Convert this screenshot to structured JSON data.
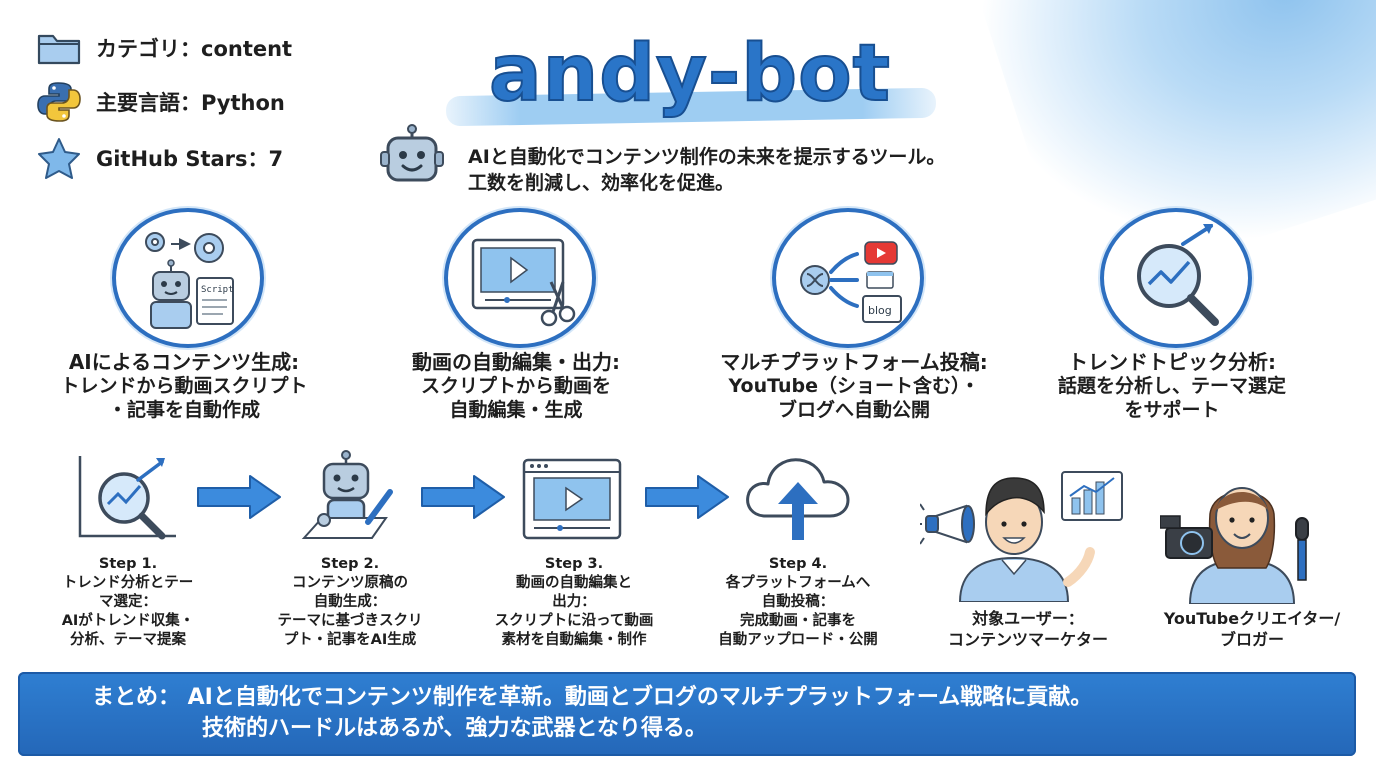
{
  "header": {
    "category_label": "カテゴリ：content",
    "language_label": "主要言語：Python",
    "stars_label": "GitHub Stars：7",
    "title": "andy-bot",
    "tagline_line1": "AIと自動化でコンテンツ制作の未来を提示するツール。",
    "tagline_line2": "工数を削減し、効率化を促進。"
  },
  "features": [
    {
      "title": "AIによるコンテンツ生成:",
      "line1": "トレンドから動画スクリプト",
      "line2": "・記事を自動作成",
      "icon": "robot-gears-script-icon",
      "icon_text": "Script"
    },
    {
      "title": "動画の自動編集・出力:",
      "line1": "スクリプトから動画を",
      "line2": "自動編集・生成",
      "icon": "video-scissors-icon"
    },
    {
      "title": "マルチプラットフォーム投稿:",
      "line1": "YouTube（ショート含む）・",
      "line2": "ブログへ自動公開",
      "icon": "share-platforms-icon",
      "icon_text": "blog"
    },
    {
      "title": "トレンドトピック分析:",
      "line1": "話題を分析し、テーマ選定",
      "line2": "をサポート",
      "icon": "trend-magnifier-icon"
    }
  ],
  "steps": [
    {
      "l1": "Step 1.",
      "l2": "トレンド分析とテー",
      "l3": "マ選定：",
      "l4": "AIがトレンド収集・",
      "l5": "分析、テーマ提案",
      "icon": "trend-chart-magnifier-icon"
    },
    {
      "l1": "Step 2.",
      "l2": "コンテンツ原稿の",
      "l3": "自動生成：",
      "l4": "テーマに基づきスクリ",
      "l5": "プト・記事をAI生成",
      "icon": "robot-writing-icon"
    },
    {
      "l1": "Step 3.",
      "l2": "動画の自動編集と",
      "l3": "出力：",
      "l4": "スクリプトに沿って動画",
      "l5": "素材を自動編集・制作",
      "icon": "video-window-icon"
    },
    {
      "l1": "Step 4.",
      "l2": "各プラットフォームへ",
      "l3": "自動投稿：",
      "l4": "完成動画・記事を",
      "l5": "自動アップロード・公開",
      "icon": "cloud-upload-icon"
    }
  ],
  "users": [
    {
      "line1": "対象ユーザー：",
      "line2": "コンテンツマーケター",
      "icon": "marketer-megaphone-icon"
    },
    {
      "line1": "YouTubeクリエイター/",
      "line2": "ブロガー",
      "icon": "creator-camera-icon"
    }
  ],
  "summary": {
    "line1": "まとめ： AIと自動化でコンテンツ制作を革新。動画とブログのマルチプラットフォーム戦略に貢献。",
    "line2": "技術的ハードルはあるが、強力な武器となり得る。"
  },
  "colors": {
    "accent": "#2d6fc0",
    "light": "#8fc3ee",
    "summary_bg": "#2a72c4",
    "youtube": "#e53935"
  }
}
